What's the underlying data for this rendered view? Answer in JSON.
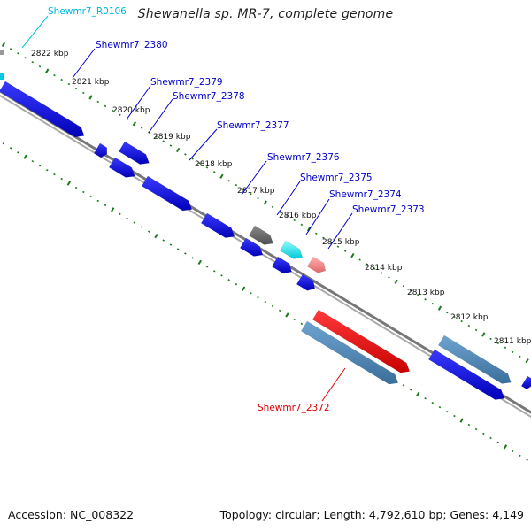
{
  "title": "Shewanella sp. MR-7, complete genome",
  "footer": {
    "accession": "Accession: NC_008322",
    "summary": "Topology: circular; Length: 4,792,610 bp; Genes: 4,149"
  },
  "colors": {
    "backbone": "#888888",
    "tick": "#1a7a1a",
    "gene_blue": "#0000dd",
    "gene_steel": "#4682b4",
    "gene_gray": "#666666",
    "gene_cyan": "#00e5ee",
    "gene_pink": "#f08080",
    "gene_red": "#ee0000",
    "label_blue": "#0000cc",
    "label_cyan": "#00aadd",
    "label_red": "#dd0000"
  },
  "kbp_labels": [
    "2822 kbp",
    "2821 kbp",
    "2820 kbp",
    "2819 kbp",
    "2818 kbp",
    "2817 kbp",
    "2816 kbp",
    "2815 kbp",
    "2814 kbp",
    "2813 kbp",
    "2812 kbp",
    "2811 kbp"
  ],
  "gene_labels": [
    {
      "text": "Shewmr7_R0106",
      "color": "cyan"
    },
    {
      "text": "Shewmr7_2380",
      "color": "blue"
    },
    {
      "text": "Shewmr7_2379",
      "color": "blue"
    },
    {
      "text": "Shewmr7_2378",
      "color": "blue"
    },
    {
      "text": "Shewmr7_2377",
      "color": "blue"
    },
    {
      "text": "Shewmr7_2376",
      "color": "blue"
    },
    {
      "text": "Shewmr7_2375",
      "color": "blue"
    },
    {
      "text": "Shewmr7_2374",
      "color": "blue"
    },
    {
      "text": "Shewmr7_2373",
      "color": "blue"
    },
    {
      "text": "Shewmr7_2372",
      "color": "red"
    }
  ]
}
